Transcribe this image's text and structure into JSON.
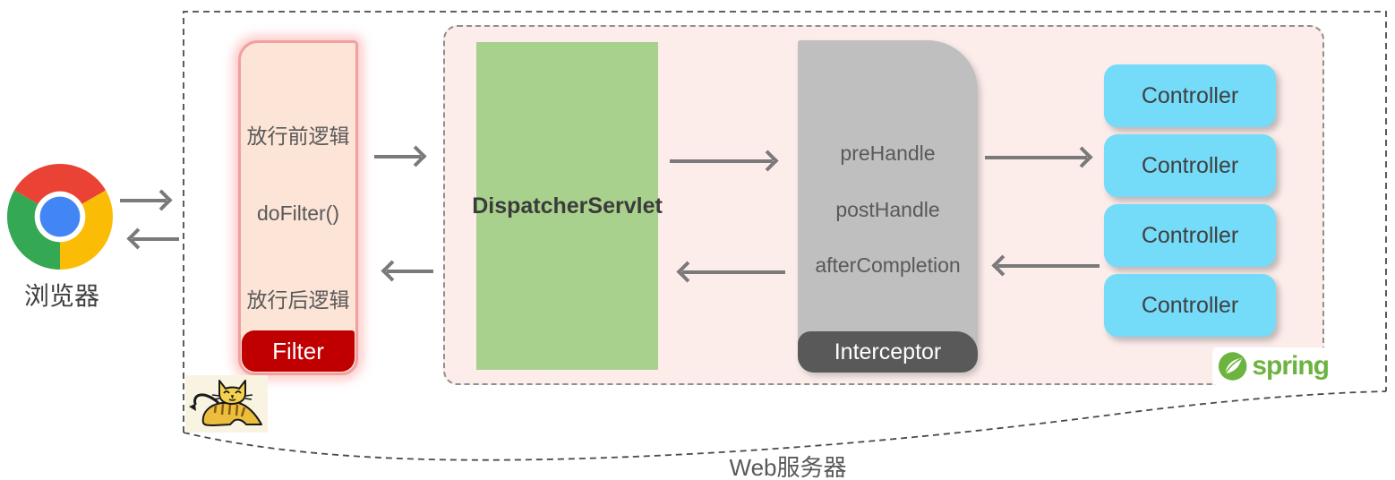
{
  "browser": {
    "label": "浏览器"
  },
  "web_server": {
    "label": "Web服务器"
  },
  "filter": {
    "title": "Filter",
    "pre_label": "放行前逻辑",
    "method_label": "doFilter()",
    "post_label": "放行后逻辑"
  },
  "dispatcher": {
    "label": "DispatcherServlet"
  },
  "interceptor": {
    "title": "Interceptor",
    "methods": [
      "preHandle",
      "postHandle",
      "afterCompletion"
    ]
  },
  "controllers": {
    "items": [
      "Controller",
      "Controller",
      "Controller",
      "Controller"
    ]
  },
  "spring": {
    "brand": "spring"
  },
  "colors": {
    "container_pink": "#FCECEA",
    "filter_fill": "#FCE4D6",
    "filter_border": "#F1A0A0",
    "filter_tab_red": "#C00000",
    "dispatcher_green": "#A9D18E",
    "interceptor_gray": "#BFBFBF",
    "interceptor_tab_gray": "#595959",
    "controller_blue": "#74DBF8",
    "spring_green": "#6DB33F",
    "arrow_gray": "#7A7A7A",
    "chrome_red": "#EA4335",
    "chrome_yellow": "#FBBC05",
    "chrome_green": "#34A853",
    "chrome_blue": "#4285F4"
  }
}
